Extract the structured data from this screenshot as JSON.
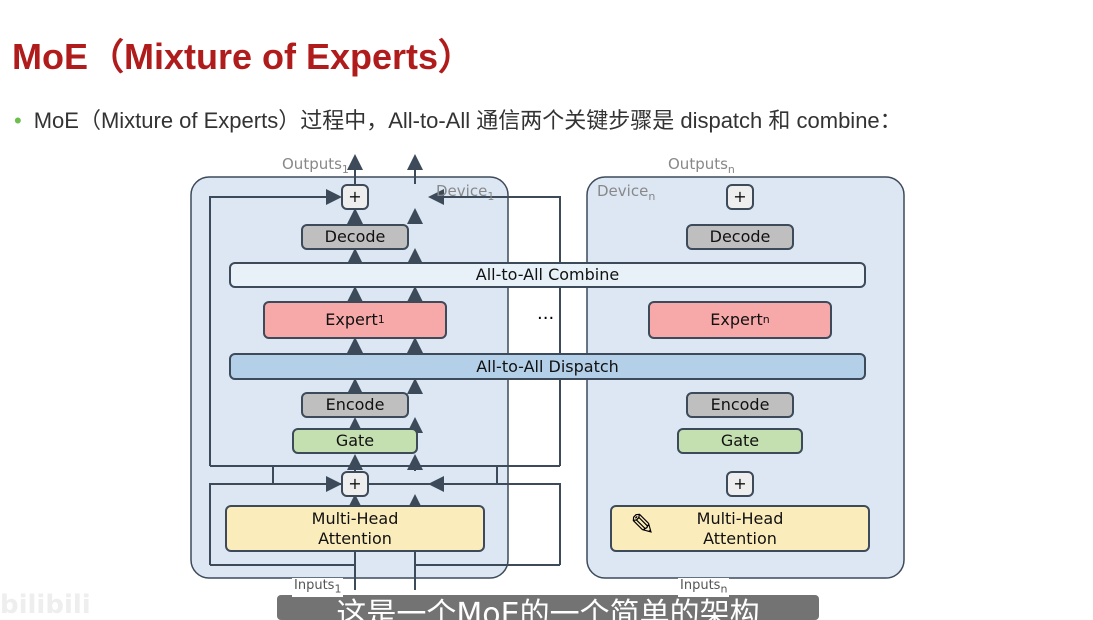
{
  "slide": {
    "title": "MoE（Mixture of Experts）",
    "bullet": "MoE（Mixture of Experts）过程中，All-to-All 通信两个关键步骤是 dispatch 和 combine："
  },
  "diagram": {
    "device1": {
      "label": "Device",
      "sub": "1",
      "outputs": "Outputs",
      "inputs": "Inputs",
      "expert": "Expert"
    },
    "devicen": {
      "label": "Device",
      "sub": "n",
      "outputs": "Outputs",
      "inputs": "Inputs",
      "expert": "Expert"
    },
    "plus": "+",
    "decode": "Decode",
    "encode": "Encode",
    "gate": "Gate",
    "mha": "Multi-Head Attention",
    "combine": "All-to-All Combine",
    "dispatch": "All-to-All Dispatch",
    "ellipsis": "···"
  },
  "video": {
    "subtitle": "这是一个MoE的一个简单的架构",
    "watermark": "bilibili"
  }
}
